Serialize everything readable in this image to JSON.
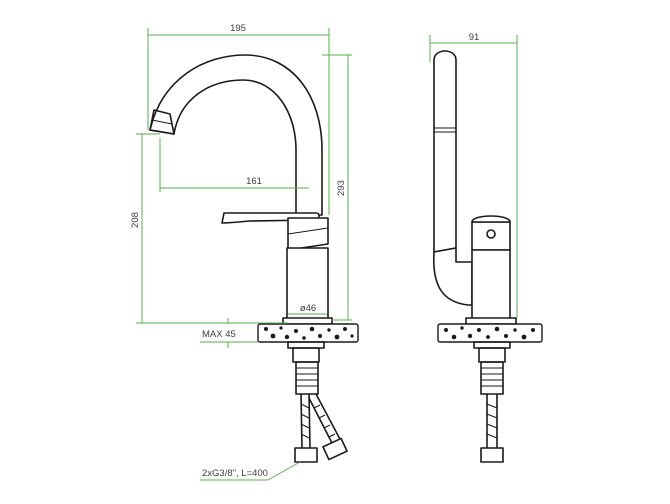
{
  "colors": {
    "outline": "#1a1a1a",
    "dimension": "#56b04a",
    "label": "#3d3d3d"
  },
  "dimensions": {
    "overall_width": "195",
    "height_total": "293",
    "spout_height": "208",
    "spout_reach": "161",
    "body_diameter": "ø46",
    "max_countertop": "MAX 45",
    "side_depth": "91",
    "hoses": "2xG3/8\", L=400"
  }
}
